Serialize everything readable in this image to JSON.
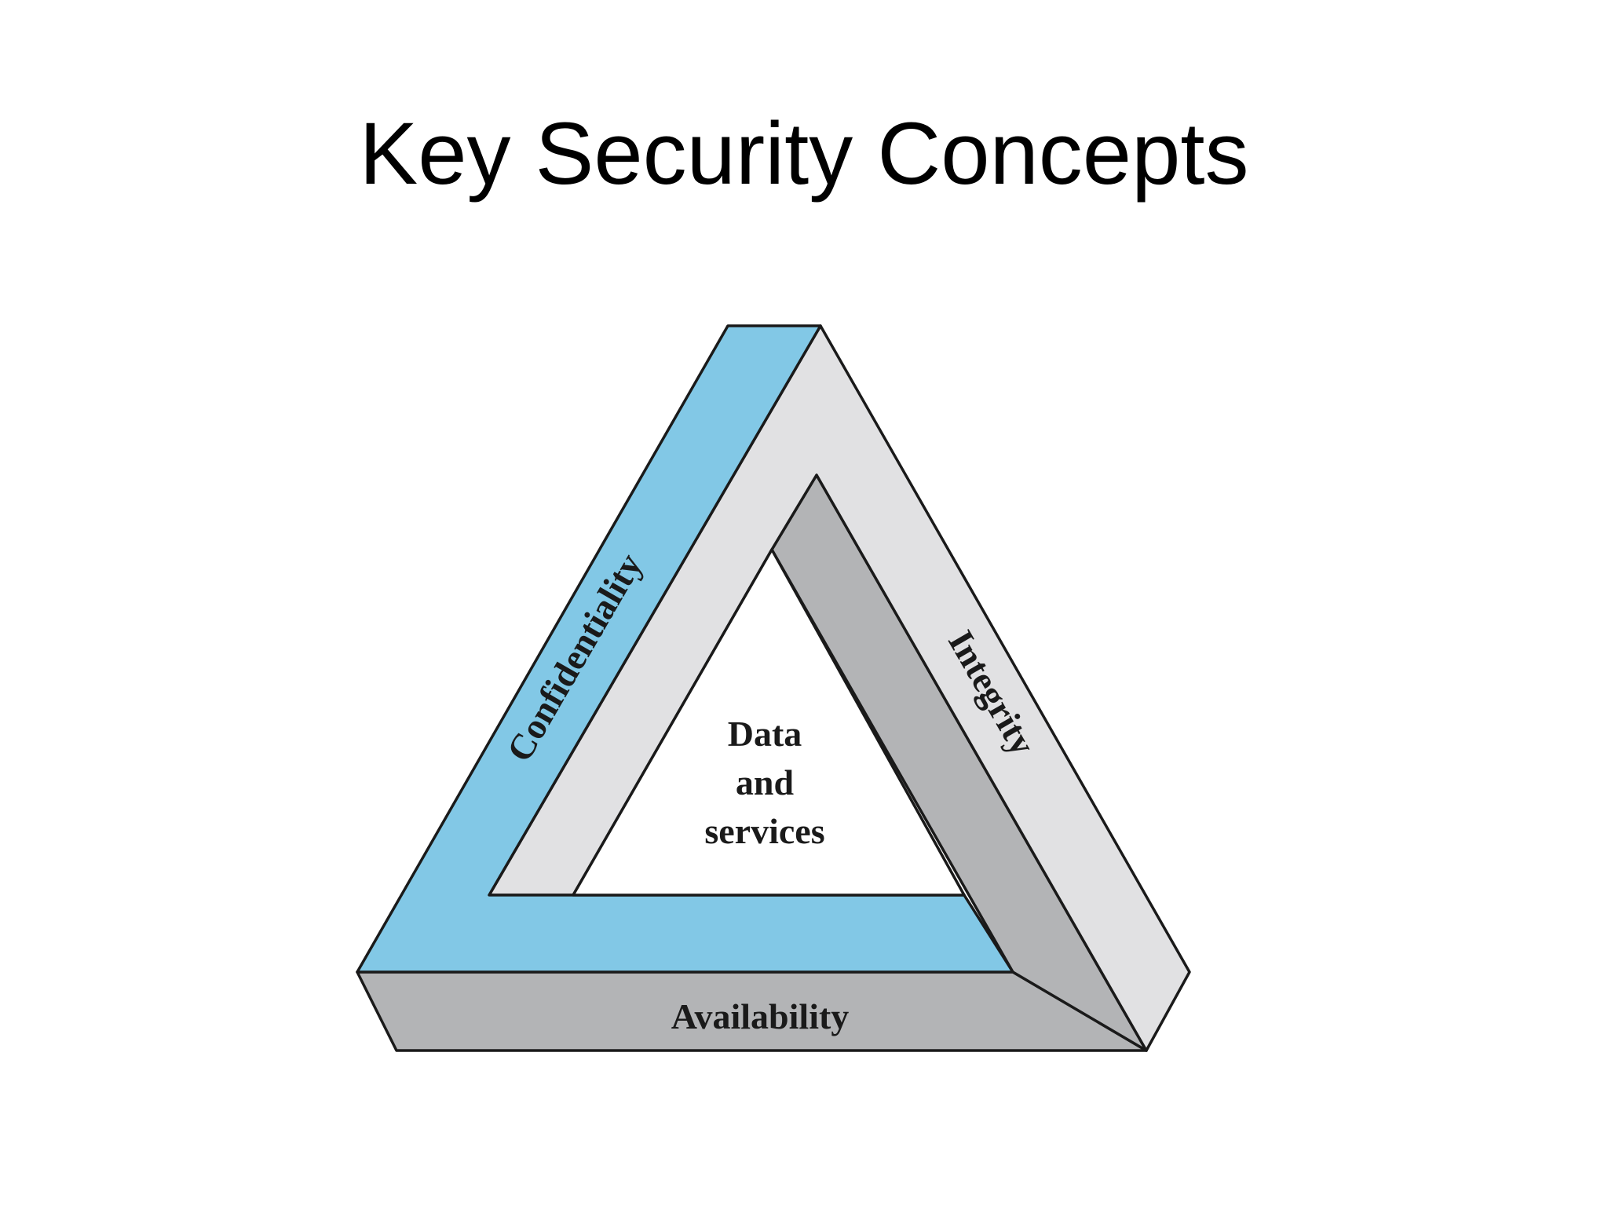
{
  "slide": {
    "title": "Key Security Concepts"
  },
  "diagram": {
    "faces": {
      "confidentiality": "Confidentiality",
      "integrity": "Integrity",
      "availability": "Availability"
    },
    "center": {
      "line1": "Data",
      "line2": "and",
      "line3": "services"
    }
  },
  "colors": {
    "confidentiality_face": "#82c8e6",
    "integrity_face": "#e1e1e3",
    "availability_face": "#b3b4b6",
    "outline": "#1a1a1a",
    "background": "#ffffff"
  }
}
